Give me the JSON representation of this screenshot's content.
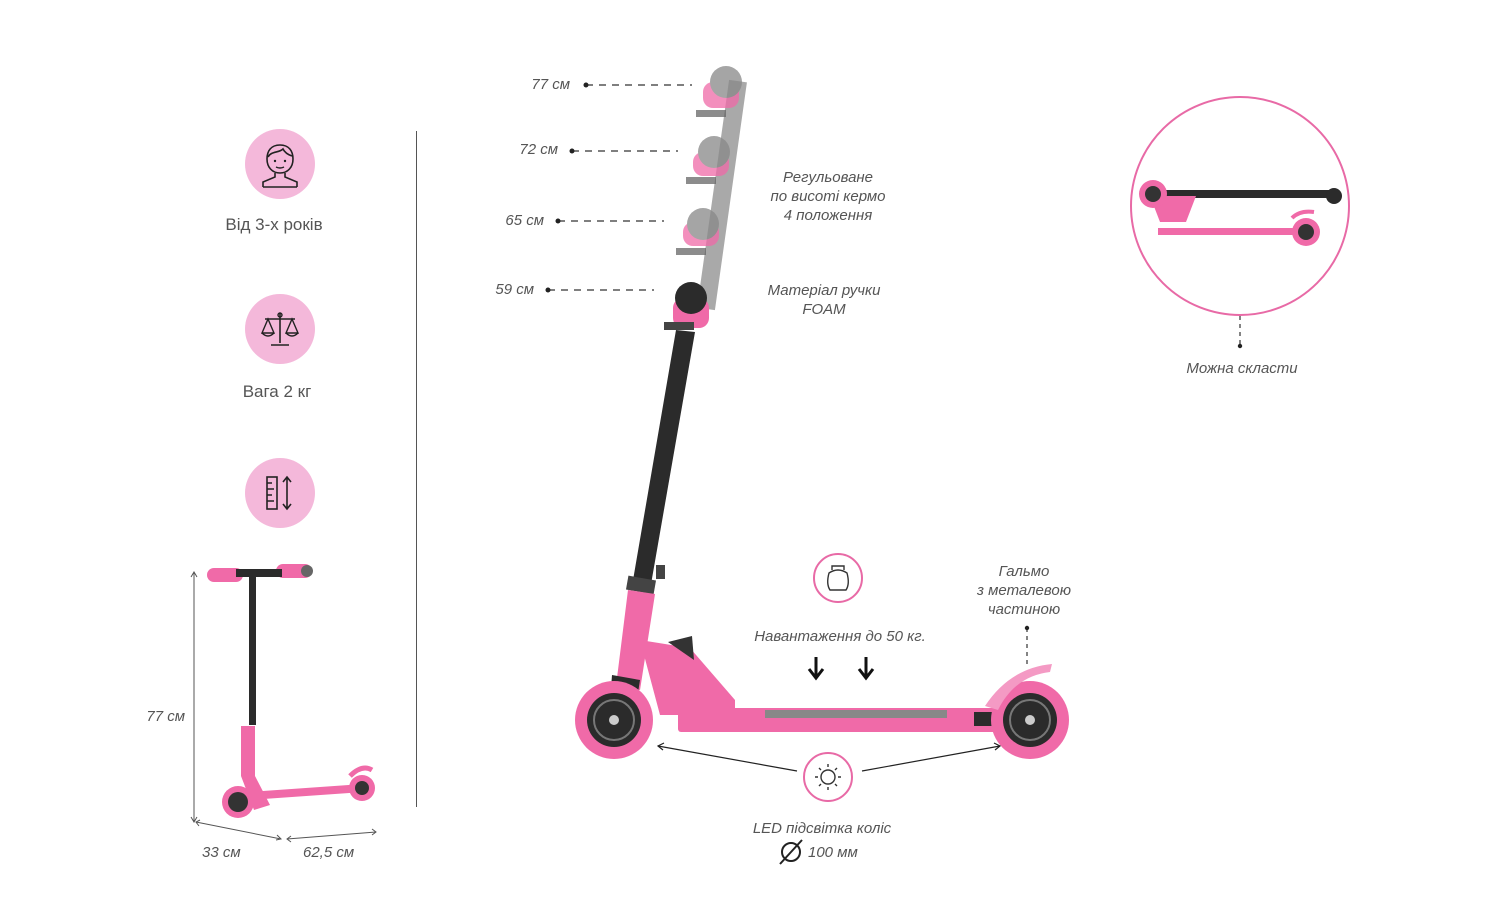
{
  "features": {
    "age": {
      "icon": "child-icon",
      "label": "Від 3-х років"
    },
    "weight": {
      "icon": "scale-icon",
      "label": "Вага 2 кг"
    },
    "size": {
      "icon": "ruler-height-icon",
      "label": ""
    }
  },
  "dimensions": {
    "height": "77 см",
    "width": "33 см",
    "length": "62,5 см"
  },
  "handlebar_heights": [
    "77 см",
    "72 см",
    "65 см",
    "59 см"
  ],
  "callouts": {
    "adjustable": [
      "Регульоване",
      "по висоті кермо",
      "4 положення"
    ],
    "grip": [
      "Матеріал ручки",
      "FOAM"
    ],
    "load": "Навантаження до 50 кг.",
    "brake": [
      "Гальмо",
      "з металевою",
      "частиною"
    ],
    "led": "LED підсвітка коліс",
    "wheel_size": "100 мм",
    "foldable": "Можна скласти"
  },
  "colors": {
    "accent_pink": "#f4b8da",
    "scooter_pink": "#f06aa8",
    "circle_border": "#e86aa6",
    "handle_grey": "#8a8a8a",
    "stem_black": "#2b2b2b"
  }
}
